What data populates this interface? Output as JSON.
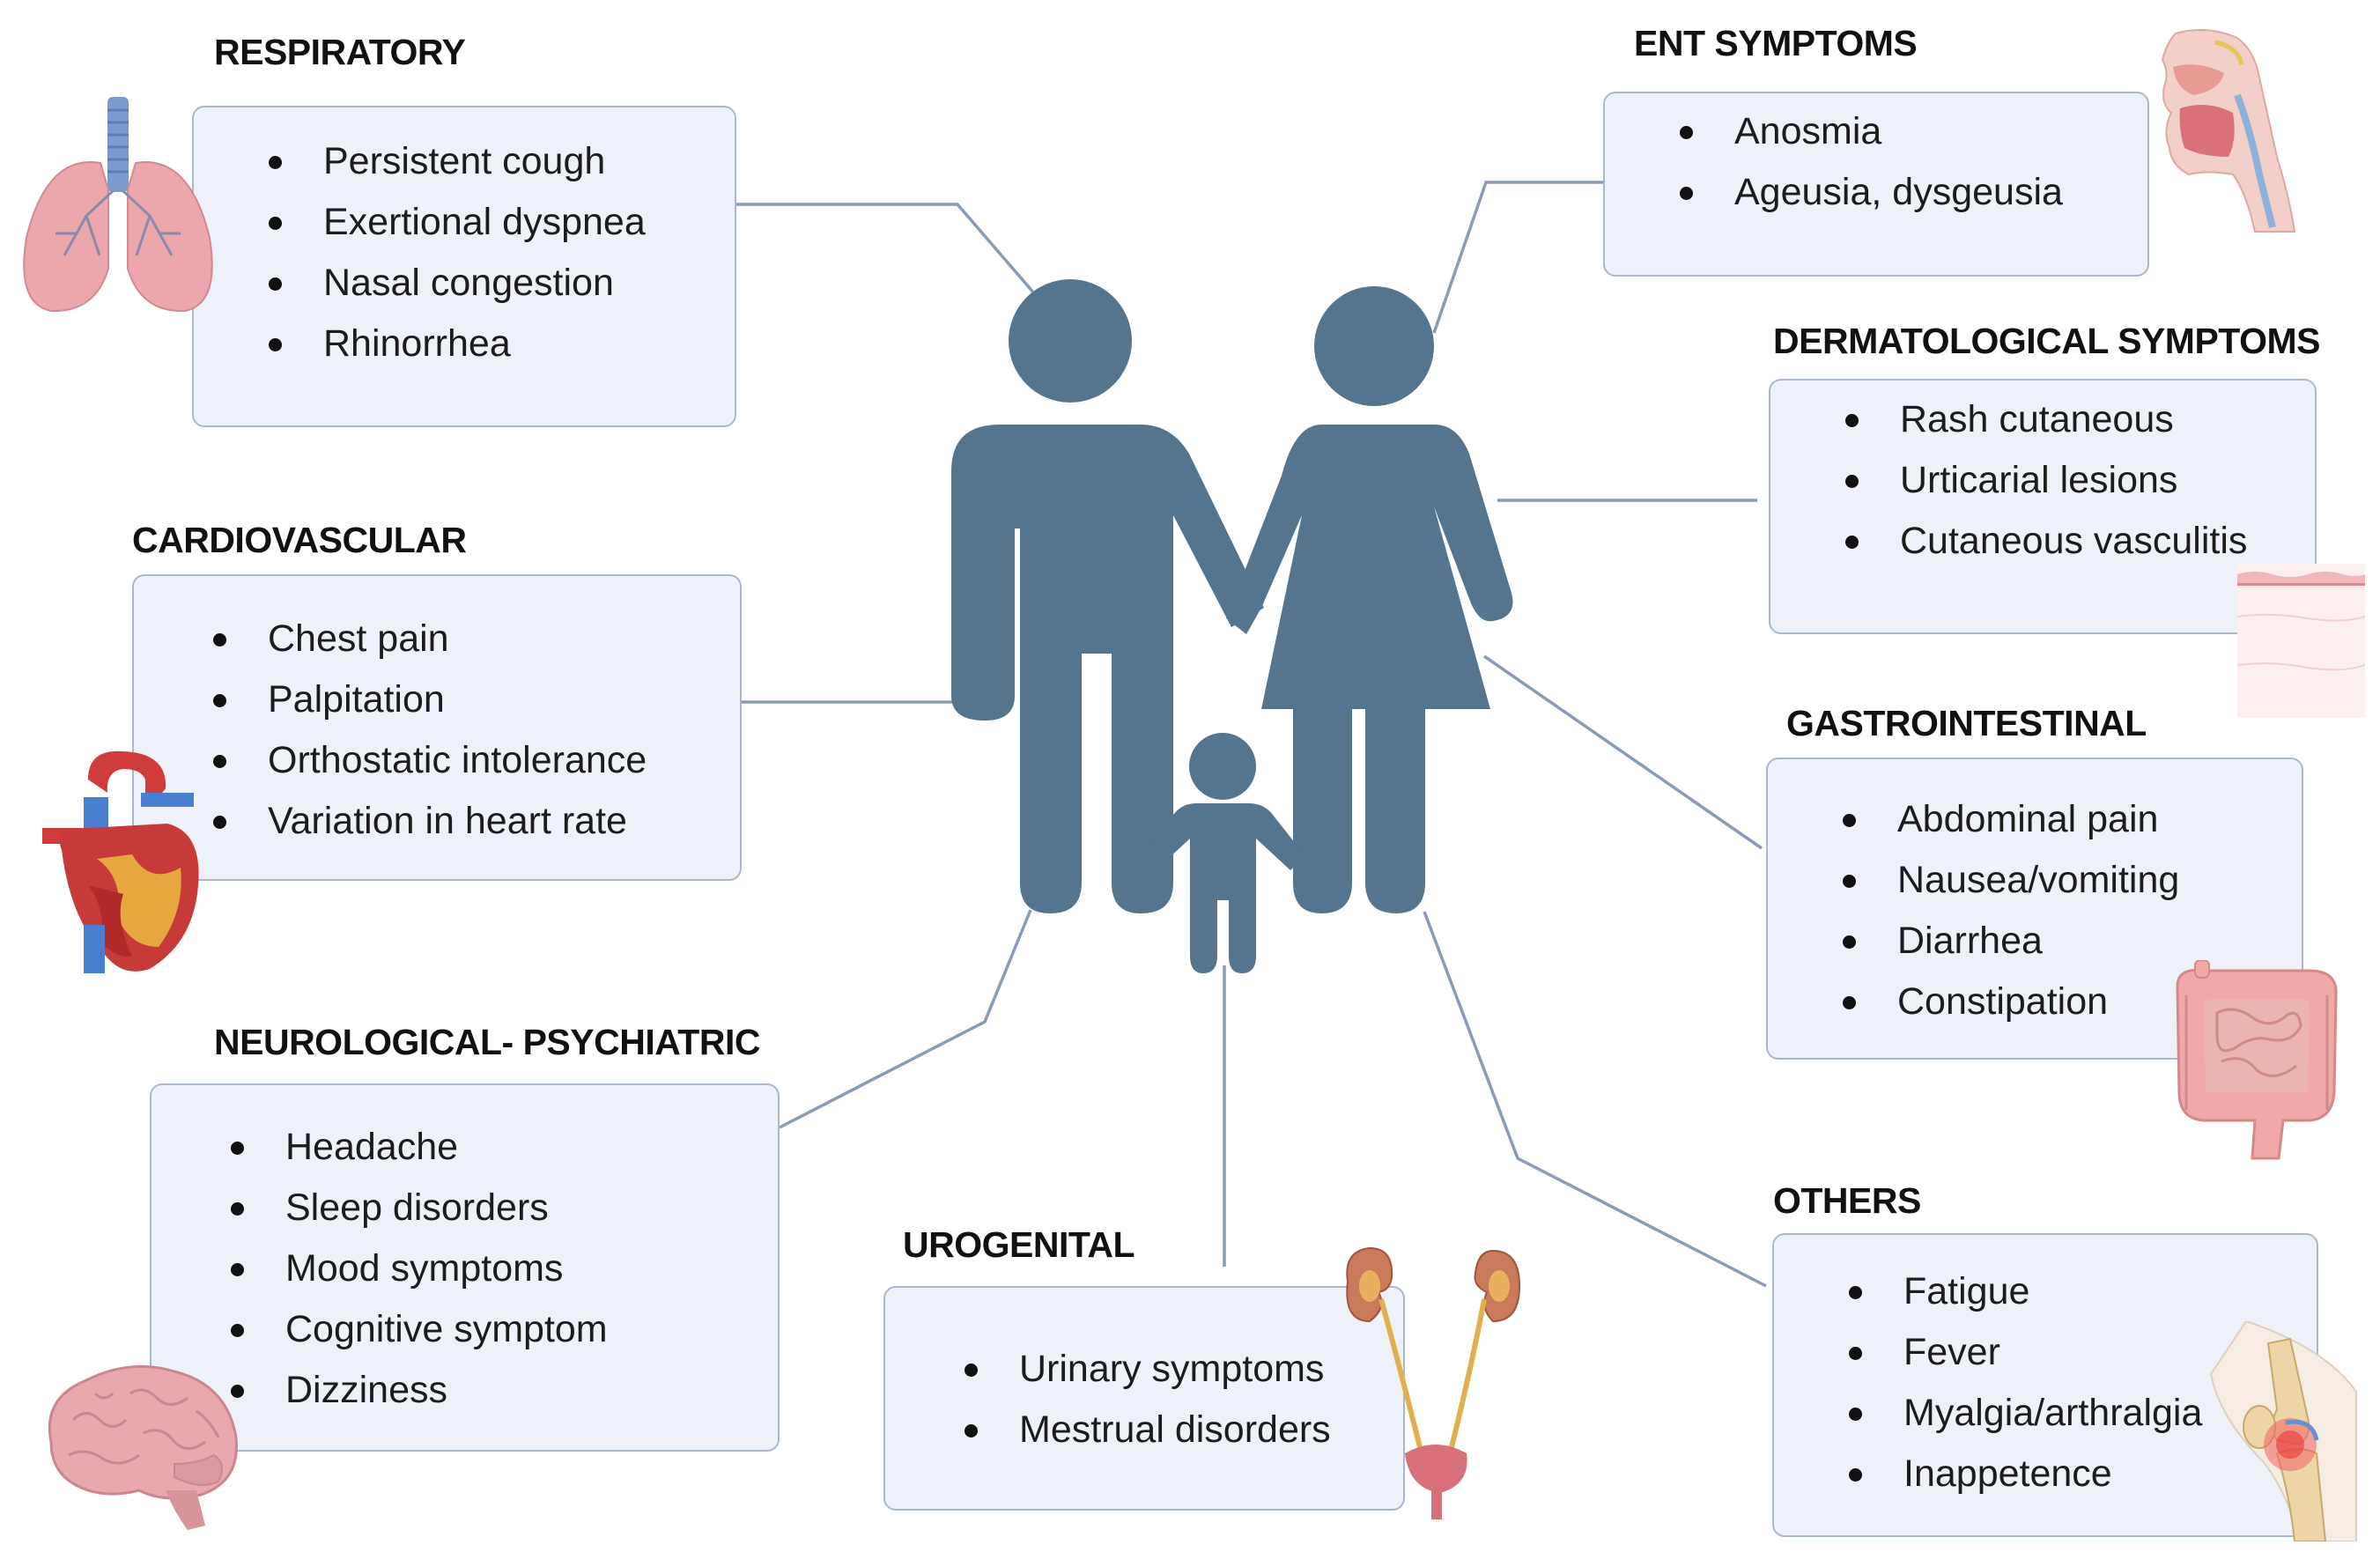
{
  "categories": {
    "respiratory": {
      "title": "RESPIRATORY",
      "items": [
        "Persistent cough",
        "Exertional dyspnea",
        "Nasal congestion",
        "Rhinorrhea"
      ],
      "icon": "lungs-icon"
    },
    "cardiovascular": {
      "title": "CARDIOVASCULAR",
      "items": [
        "Chest pain",
        "Palpitation",
        "Orthostatic intolerance",
        "Variation in heart rate"
      ],
      "icon": "heart-icon"
    },
    "neurological": {
      "title": "NEUROLOGICAL- PSYCHIATRIC",
      "items": [
        "Headache",
        "Sleep disorders",
        "Mood symptoms",
        "Cognitive symptom",
        "Dizziness"
      ],
      "icon": "brain-icon"
    },
    "urogenital": {
      "title": "UROGENITAL",
      "items": [
        "Urinary symptoms",
        "Mestrual disorders"
      ],
      "icon": "kidneys-bladder-icon"
    },
    "ent": {
      "title": "ENT SYMPTOMS",
      "items": [
        "Anosmia",
        "Ageusia, dysgeusia"
      ],
      "icon": "head-cross-section-icon"
    },
    "dermatological": {
      "title": "DERMATOLOGICAL SYMPTOMS",
      "items": [
        "Rash cutaneous",
        "Urticarial lesions",
        "Cutaneous vasculitis"
      ],
      "icon": "skin-layers-icon"
    },
    "gastrointestinal": {
      "title": "GASTROINTESTINAL",
      "items": [
        "Abdominal pain",
        "Nausea/vomiting",
        "Diarrhea",
        "Constipation"
      ],
      "icon": "intestines-icon"
    },
    "others": {
      "title": "OTHERS",
      "items": [
        "Fatigue",
        "Fever",
        "Myalgia/arthralgia",
        "Inappetence"
      ],
      "icon": "knee-joint-icon"
    }
  },
  "center": {
    "icon": "family-icon"
  },
  "colors": {
    "figure": "#54758d",
    "connector": "#8a9bb6",
    "box_fill": "#eef2f8",
    "box_border": "#aab8cc"
  }
}
